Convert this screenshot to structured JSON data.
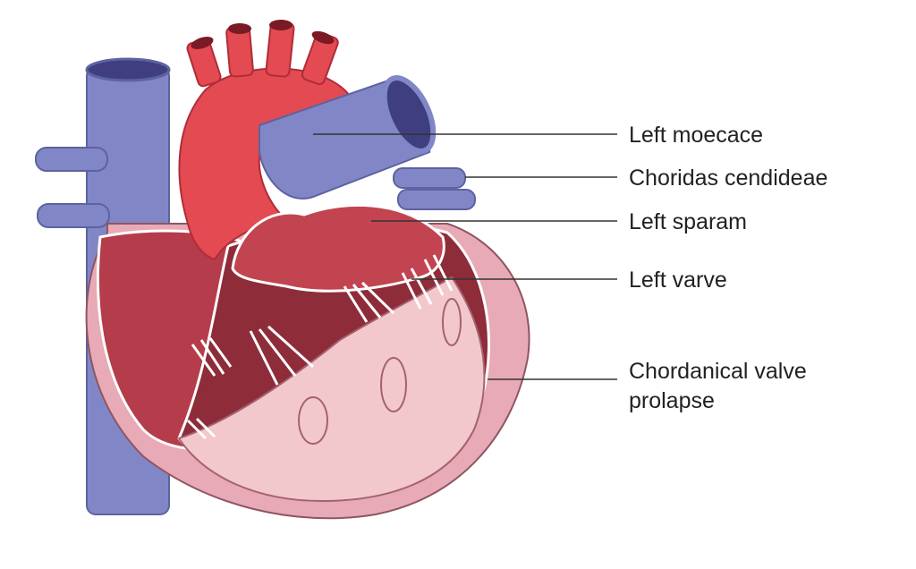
{
  "diagram": {
    "labels": [
      {
        "text": "Left moecace"
      },
      {
        "text": "Choridas cendideae"
      },
      {
        "text": "Left sparam"
      },
      {
        "text": "Left varve"
      },
      {
        "text_line1": "Chordanical valve",
        "text_line2": "prolapse"
      }
    ],
    "colors": {
      "vein_blue": "#8187c6",
      "vein_dark": "#3f3f80",
      "artery_red": "#e34a52",
      "chamber_red": "#b53c4a",
      "chamber_dark": "#8e2c3a",
      "muscle_pink": "#f3c8cc",
      "outer_pink": "#e8aab6",
      "chordae_white": "#ffffff",
      "leader_line": "#333333"
    }
  }
}
